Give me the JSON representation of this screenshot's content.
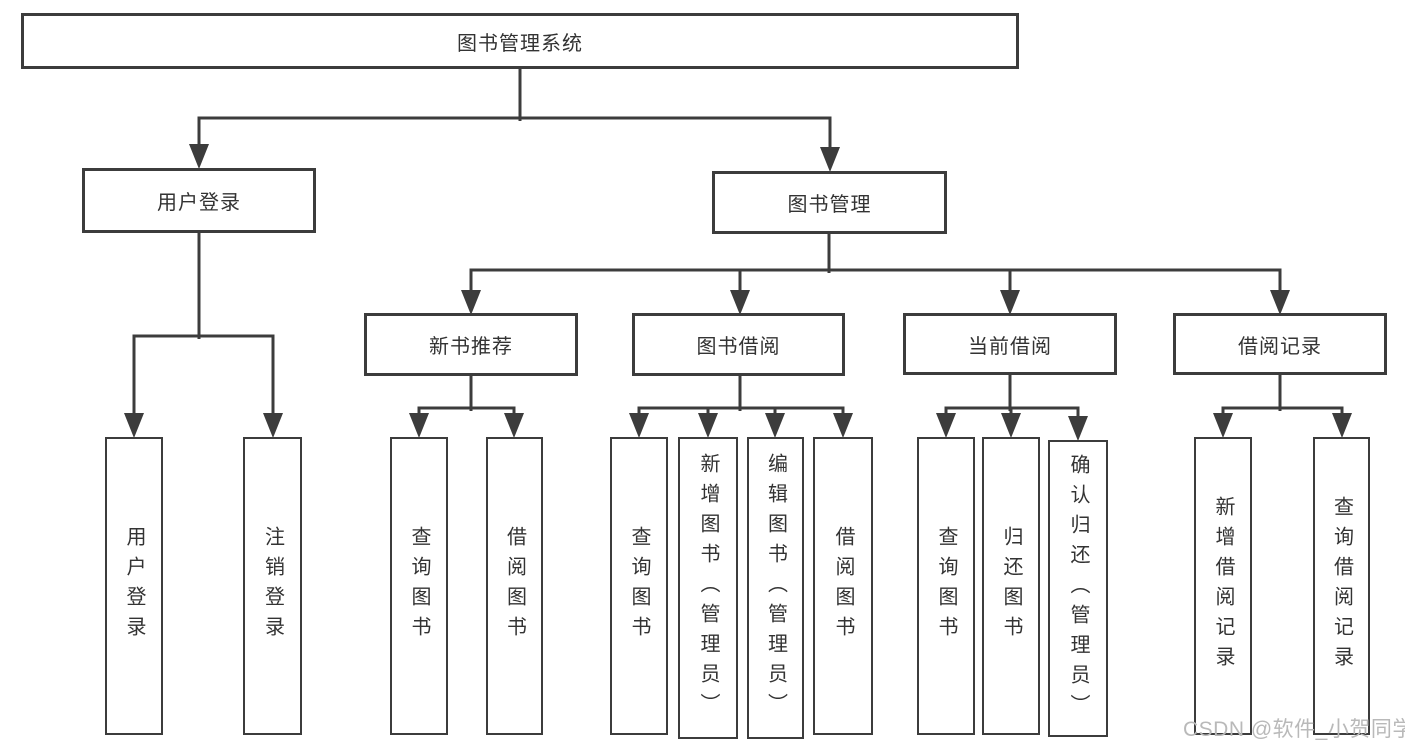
{
  "colors": {
    "line": "#3c3c3c",
    "box_border": "#3c3c3c",
    "text": "#333333",
    "watermark": "#b9b9b9",
    "background": "#ffffff"
  },
  "root": {
    "label": "图书管理系统"
  },
  "branches": [
    {
      "label": "用户登录",
      "children": [
        {
          "label": "用户登录"
        },
        {
          "label": "注销登录"
        }
      ]
    },
    {
      "label": "图书管理",
      "children": [
        {
          "label": "新书推荐",
          "children": [
            {
              "label": "查询图书"
            },
            {
              "label": "借阅图书"
            }
          ]
        },
        {
          "label": "图书借阅",
          "children": [
            {
              "label": "查询图书"
            },
            {
              "label": "新增图书（管理员）"
            },
            {
              "label": "编辑图书（管理员）"
            },
            {
              "label": "借阅图书"
            }
          ]
        },
        {
          "label": "当前借阅",
          "children": [
            {
              "label": "查询图书"
            },
            {
              "label": "归还图书"
            },
            {
              "label": "确认归还（管理员）"
            }
          ]
        },
        {
          "label": "借阅记录",
          "children": [
            {
              "label": "新增借阅记录"
            },
            {
              "label": "查询借阅记录"
            }
          ]
        }
      ]
    }
  ],
  "watermark": {
    "text": "CSDN @软件_小贺同学"
  }
}
